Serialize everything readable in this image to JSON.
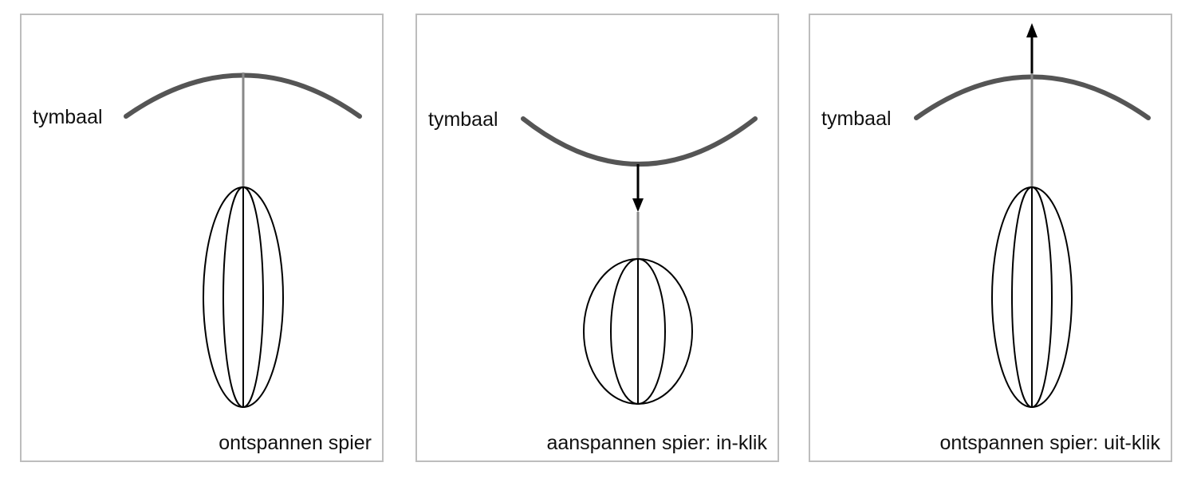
{
  "panels": [
    {
      "label": "tymbaal",
      "caption": "ontspannen spier"
    },
    {
      "label": "tymbaal",
      "caption": "aanspannen spier: in-klik"
    },
    {
      "label": "tymbaal",
      "caption": "ontspannen spier: uit-klik"
    }
  ],
  "colors": {
    "tymbal": "#555555",
    "rod": "#888888",
    "muscle": "#000000",
    "border": "#bdbdbd"
  }
}
